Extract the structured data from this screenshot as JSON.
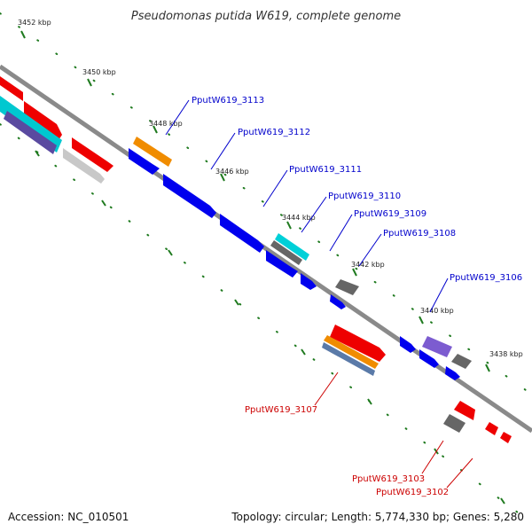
{
  "title": "Pseudomonas putida W619, complete genome",
  "footer": {
    "accession": "Accession: NC_010501",
    "summary": "Topology: circular; Length: 5,774,330 bp; Genes: 5,280"
  },
  "colors": {
    "backbone": "#8a8a8a",
    "tick": "#1f7a1f",
    "cds_forward": "#0000ee",
    "cds_reverse": "#ee0000",
    "label_forward": "#0000cc",
    "label_reverse": "#cc0000",
    "orange": "#f08c00",
    "gray": "#666666",
    "light_gray": "#c8c8c8",
    "cyan": "#00d0d8",
    "purple": "#7c5cd0",
    "steel": "#5a7aa8"
  },
  "kbp_labels": [
    "3452 kbp",
    "3450 kbp",
    "3448 kbp",
    "3446 kbp",
    "3444 kbp",
    "3442 kbp",
    "3440 kbp",
    "3438 kbp"
  ],
  "gene_labels": {
    "forward": [
      "PputW619_3113",
      "PputW619_3112",
      "PputW619_3111",
      "PputW619_3110",
      "PputW619_3109",
      "PputW619_3108",
      "PputW619_3106"
    ],
    "reverse": [
      "PputW619_3107",
      "PputW619_3103",
      "PputW619_3102"
    ]
  }
}
